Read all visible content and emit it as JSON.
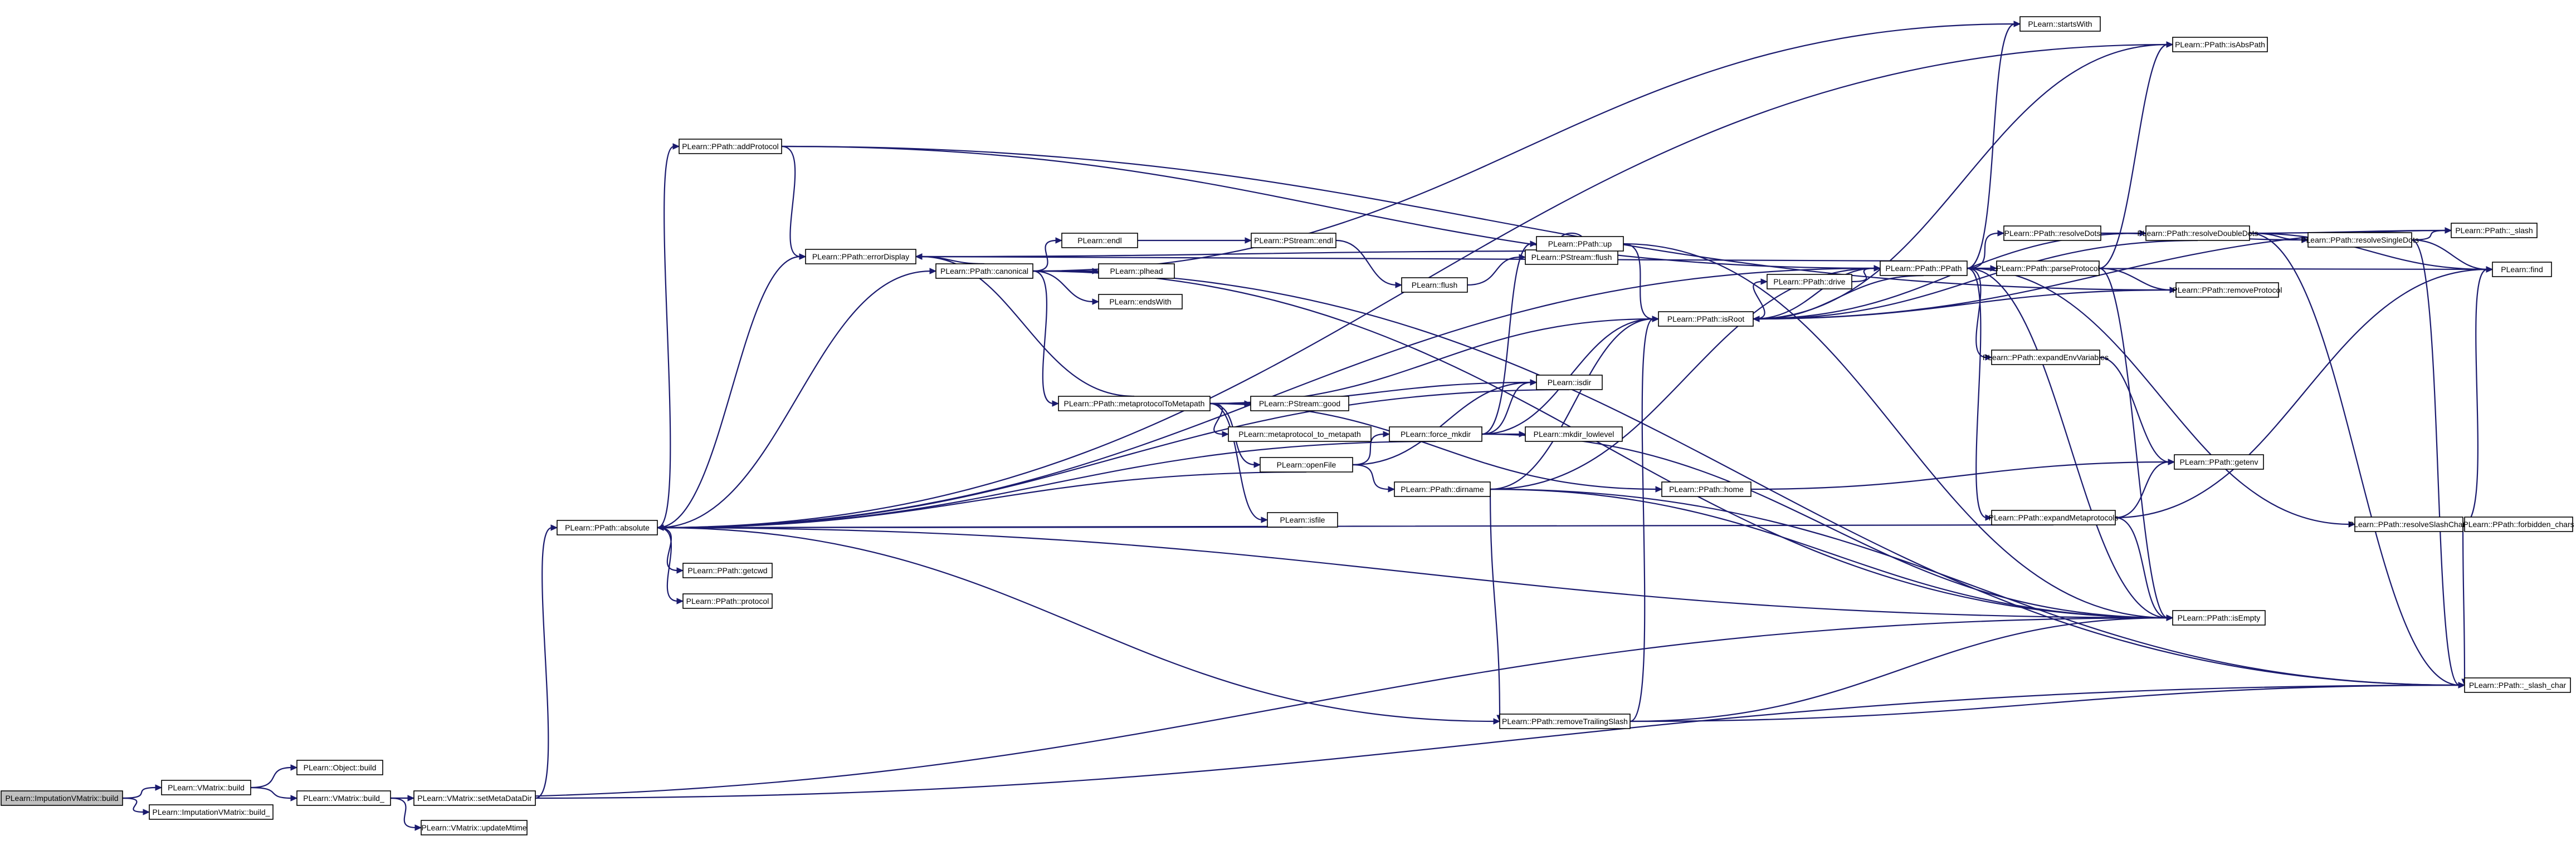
{
  "graph": {
    "nodes": [
      {
        "id": "root",
        "label": "PLearn::ImputationVMatrix::build",
        "root": true
      },
      {
        "id": "vmbuild",
        "label": "PLearn::VMatrix::build"
      },
      {
        "id": "ivbuild_",
        "label": "PLearn::ImputationVMatrix::build_"
      },
      {
        "id": "objbuild",
        "label": "PLearn::Object::build"
      },
      {
        "id": "vmbuild_",
        "label": "PLearn::VMatrix::build_"
      },
      {
        "id": "setmeta",
        "label": "PLearn::VMatrix::setMetaDataDir"
      },
      {
        "id": "updmtime",
        "label": "PLearn::VMatrix::updateMtime"
      },
      {
        "id": "absolute",
        "label": "PLearn::PPath::absolute"
      },
      {
        "id": "getcwd",
        "label": "PLearn::PPath::getcwd"
      },
      {
        "id": "protocol",
        "label": "PLearn::PPath::protocol"
      },
      {
        "id": "addproto",
        "label": "PLearn::PPath::addProtocol"
      },
      {
        "id": "errdisp",
        "label": "PLearn::PPath::errorDisplay"
      },
      {
        "id": "canonical",
        "label": "PLearn::PPath::canonical"
      },
      {
        "id": "endl",
        "label": "PLearn::endl"
      },
      {
        "id": "pstendl",
        "label": "PLearn::PStream::endl"
      },
      {
        "id": "flush",
        "label": "PLearn::flush"
      },
      {
        "id": "pstflush",
        "label": "PLearn::PStream::flush"
      },
      {
        "id": "plhead",
        "label": "PLearn::plhead"
      },
      {
        "id": "endswith",
        "label": "PLearn::endsWith"
      },
      {
        "id": "mp2mp",
        "label": "PLearn::PPath::metaprotocolToMetapath"
      },
      {
        "id": "good",
        "label": "PLearn::PStream::good"
      },
      {
        "id": "mp_to_mp",
        "label": "PLearn::metaprotocol_to_metapath"
      },
      {
        "id": "openfile",
        "label": "PLearn::openFile"
      },
      {
        "id": "isfile",
        "label": "PLearn::isfile"
      },
      {
        "id": "isdir",
        "label": "PLearn::isdir"
      },
      {
        "id": "forcemkdir",
        "label": "PLearn::force_mkdir"
      },
      {
        "id": "mkdirlow",
        "label": "PLearn::mkdir_lowlevel"
      },
      {
        "id": "dirname",
        "label": "PLearn::PPath::dirname"
      },
      {
        "id": "up",
        "label": "PLearn::PPath::up"
      },
      {
        "id": "home",
        "label": "PLearn::PPath::home"
      },
      {
        "id": "removets",
        "label": "PLearn::PPath::removeTrailingSlash"
      },
      {
        "id": "isroot",
        "label": "PLearn::PPath::isRoot"
      },
      {
        "id": "drive",
        "label": "PLearn::PPath::drive"
      },
      {
        "id": "ppath",
        "label": "PLearn::PPath::PPath"
      },
      {
        "id": "startswith",
        "label": "PLearn::startsWith"
      },
      {
        "id": "isabs",
        "label": "PLearn::PPath::isAbsPath"
      },
      {
        "id": "resdots",
        "label": "PLearn::PPath::resolveDots"
      },
      {
        "id": "resdd",
        "label": "PLearn::PPath::resolveDoubleDots"
      },
      {
        "id": "parseproto",
        "label": "PLearn::PPath::parseProtocol"
      },
      {
        "id": "removeproto",
        "label": "PLearn::PPath::removeProtocol"
      },
      {
        "id": "expenv",
        "label": "PLearn::PPath::expandEnvVariables"
      },
      {
        "id": "expmeta",
        "label": "PLearn::PPath::expandMetaprotocols"
      },
      {
        "id": "getenv",
        "label": "PLearn::PPath::getenv"
      },
      {
        "id": "isempty",
        "label": "PLearn::PPath::isEmpty"
      },
      {
        "id": "slash",
        "label": "PLearn::PPath::_slash"
      },
      {
        "id": "ressd",
        "label": "PLearn::PPath::resolveSingleDots"
      },
      {
        "id": "find",
        "label": "PLearn::find"
      },
      {
        "id": "resslash",
        "label": "PLearn::PPath::resolveSlashChars"
      },
      {
        "id": "forbidden",
        "label": "PLearn::PPath::forbidden_chars"
      },
      {
        "id": "slashchar",
        "label": "PLearn::PPath::_slash_char"
      }
    ],
    "edges": [
      [
        "root",
        "vmbuild"
      ],
      [
        "root",
        "ivbuild_"
      ],
      [
        "vmbuild",
        "objbuild"
      ],
      [
        "vmbuild",
        "vmbuild_"
      ],
      [
        "vmbuild_",
        "setmeta"
      ],
      [
        "vmbuild_",
        "updmtime"
      ],
      [
        "vmbuild_",
        "isempty"
      ],
      [
        "setmeta",
        "absolute"
      ],
      [
        "setmeta",
        "slashchar"
      ],
      [
        "absolute",
        "addproto"
      ],
      [
        "absolute",
        "getcwd"
      ],
      [
        "absolute",
        "protocol"
      ],
      [
        "absolute",
        "isabs"
      ],
      [
        "absolute",
        "errdisp"
      ],
      [
        "absolute",
        "ppath"
      ],
      [
        "absolute",
        "isempty"
      ],
      [
        "absolute",
        "removets"
      ],
      [
        "absolute",
        "canonical"
      ],
      [
        "addproto",
        "errdisp"
      ],
      [
        "addproto",
        "removeproto"
      ],
      [
        "addproto",
        "ppath"
      ],
      [
        "canonical",
        "endl"
      ],
      [
        "canonical",
        "plhead"
      ],
      [
        "canonical",
        "endswith"
      ],
      [
        "canonical",
        "mp2mp"
      ],
      [
        "canonical",
        "startswith"
      ],
      [
        "canonical",
        "errdisp"
      ],
      [
        "canonical",
        "isempty"
      ],
      [
        "canonical",
        "slashchar"
      ],
      [
        "endl",
        "pstendl"
      ],
      [
        "pstendl",
        "flush"
      ],
      [
        "flush",
        "pstflush"
      ],
      [
        "pstflush",
        "pstflush"
      ],
      [
        "mp2mp",
        "good"
      ],
      [
        "mp2mp",
        "mp_to_mp"
      ],
      [
        "mp2mp",
        "openfile"
      ],
      [
        "mp2mp",
        "isfile"
      ],
      [
        "mp2mp",
        "isdir"
      ],
      [
        "mp2mp",
        "home"
      ],
      [
        "mp2mp",
        "isroot"
      ],
      [
        "mp2mp",
        "errdisp"
      ],
      [
        "openfile",
        "forcemkdir"
      ],
      [
        "openfile",
        "dirname"
      ],
      [
        "openfile",
        "absolute"
      ],
      [
        "openfile",
        "isdir"
      ],
      [
        "isfile",
        "absolute"
      ],
      [
        "isdir",
        "absolute"
      ],
      [
        "forcemkdir",
        "up"
      ],
      [
        "forcemkdir",
        "mkdirlow"
      ],
      [
        "forcemkdir",
        "isdir"
      ],
      [
        "forcemkdir",
        "isroot"
      ],
      [
        "forcemkdir",
        "isempty"
      ],
      [
        "forcemkdir",
        "absolute"
      ],
      [
        "dirname",
        "removets"
      ],
      [
        "dirname",
        "isroot"
      ],
      [
        "dirname",
        "ppath"
      ],
      [
        "dirname",
        "isempty"
      ],
      [
        "dirname",
        "slashchar"
      ],
      [
        "up",
        "isroot"
      ],
      [
        "up",
        "errdisp"
      ],
      [
        "up",
        "isempty"
      ],
      [
        "home",
        "getenv"
      ],
      [
        "removets",
        "isroot"
      ],
      [
        "removets",
        "isempty"
      ],
      [
        "removets",
        "slashchar"
      ],
      [
        "isroot",
        "drive"
      ],
      [
        "isroot",
        "ppath"
      ],
      [
        "isroot",
        "isabs"
      ],
      [
        "isroot",
        "resdd"
      ],
      [
        "isroot",
        "slash"
      ],
      [
        "isroot",
        "removeproto"
      ],
      [
        "drive",
        "ppath"
      ],
      [
        "ppath",
        "resdots"
      ],
      [
        "ppath",
        "parseproto"
      ],
      [
        "ppath",
        "expenv"
      ],
      [
        "ppath",
        "expmeta"
      ],
      [
        "ppath",
        "resslash"
      ],
      [
        "ppath",
        "startswith"
      ],
      [
        "ppath",
        "isempty"
      ],
      [
        "ppath",
        "find"
      ],
      [
        "ppath",
        "errdisp"
      ],
      [
        "ppath",
        "isroot"
      ],
      [
        "resdots",
        "resdd"
      ],
      [
        "resdots",
        "ressd"
      ],
      [
        "resdd",
        "slash"
      ],
      [
        "resdd",
        "ressd"
      ],
      [
        "resdd",
        "find"
      ],
      [
        "resdd",
        "slashchar"
      ],
      [
        "resdd",
        "isroot"
      ],
      [
        "ressd",
        "slash"
      ],
      [
        "ressd",
        "find"
      ],
      [
        "ressd",
        "slashchar"
      ],
      [
        "parseproto",
        "isabs"
      ],
      [
        "parseproto",
        "removeproto"
      ],
      [
        "parseproto",
        "isempty"
      ],
      [
        "expenv",
        "getenv"
      ],
      [
        "expmeta",
        "getenv"
      ],
      [
        "expmeta",
        "isempty"
      ],
      [
        "expmeta",
        "find"
      ],
      [
        "expmeta",
        "absolute"
      ],
      [
        "resslash",
        "forbidden"
      ],
      [
        "resslash",
        "find"
      ],
      [
        "resslash",
        "slashchar"
      ]
    ]
  }
}
